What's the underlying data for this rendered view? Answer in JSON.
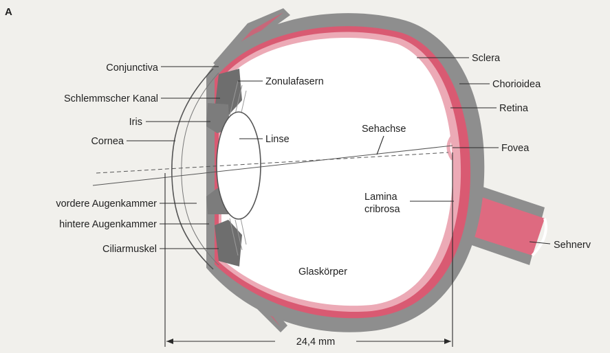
{
  "panel_letter": "A",
  "labels": {
    "conjunctiva": "Conjunctiva",
    "schlemm": "Schlemmscher Kanal",
    "iris": "Iris",
    "cornea": "Cornea",
    "vordere": "vordere Augenkammer",
    "hintere": "hintere Augenkammer",
    "ciliar": "Ciliarmuskel",
    "zonula": "Zonulafasern",
    "linse": "Linse",
    "sehachse": "Sehachse",
    "sclera": "Sclera",
    "chorioidea": "Chorioidea",
    "retina": "Retina",
    "fovea": "Fovea",
    "lamina_1": "Lamina",
    "lamina_2": "cribrosa",
    "glaskoerper": "Glaskörper",
    "sehnerv": "Sehnerv"
  },
  "dimension": "24,4 mm",
  "colors": {
    "background": "#f1f0ec",
    "sclera": "#8e8e8e",
    "choroid": "#d95a72",
    "retina": "#ecaab6",
    "eye_interior": "#ffffff",
    "iris": "#6e6e6e"
  }
}
